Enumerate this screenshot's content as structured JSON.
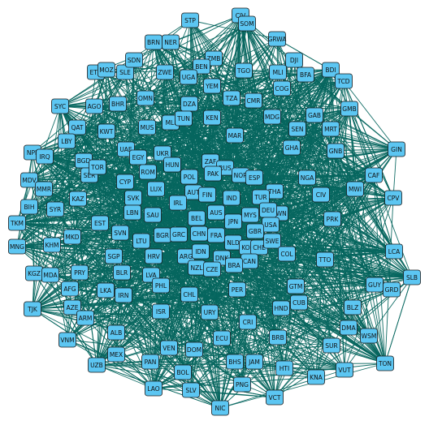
{
  "colors": {
    "background": "#ffffff",
    "edge": "#06665f",
    "node_fill": "#5cc6f2",
    "node_stroke": "#1a1a1a",
    "label": "#111111"
  },
  "nodes": [
    "STP",
    "CIV2",
    "SOM",
    "BRN",
    "NER",
    "GRWA",
    "ETH",
    "MOZ",
    "SLE",
    "SDN",
    "ZMB",
    "DJI",
    "BDI",
    "TGO",
    "MLI",
    "BFA",
    "BEN",
    "ZWE",
    "UGA",
    "YEM",
    "COG",
    "TCD",
    "SYC",
    "AGO",
    "BHR",
    "OMN",
    "DZA",
    "TZA",
    "CMR",
    "GAB",
    "GMB",
    "QAT",
    "KWT",
    "MUS",
    "MLI2",
    "TUN",
    "KEN",
    "MDG",
    "SEN",
    "MRT",
    "GHA",
    "GNB",
    "NPL",
    "LBY",
    "UAE",
    "EGY",
    "UKR",
    "MAR",
    "IRQ",
    "BGD",
    "SER",
    "HUN",
    "ZAF",
    "RUS",
    "GIN",
    "TOR",
    "ROM",
    "POL",
    "PAK",
    "NOR",
    "ESP",
    "MDV",
    "LUX",
    "CYP",
    "AUT",
    "FIN",
    "THA",
    "NGA",
    "CIV",
    "CAF",
    "MWI",
    "MMR",
    "KAZ",
    "SVK",
    "IRL",
    "IND",
    "TUR",
    "CPV",
    "BIH",
    "SYR",
    "LBN",
    "SAU",
    "BEL",
    "AUS",
    "MYS",
    "TWN",
    "DEU",
    "PRK",
    "TKM",
    "EST",
    "JPN",
    "USA",
    "SVN",
    "LTU",
    "BGR",
    "GRC",
    "CHN",
    "FRA",
    "NLD",
    "KOR",
    "CHE",
    "SWE",
    "MNG",
    "KHM",
    "MKD",
    "CAN",
    "GBR",
    "COL",
    "LCA",
    "HRV",
    "ARG",
    "IDN",
    "DNK",
    "TTO",
    "SGP",
    "BLR",
    "NZL",
    "CZE",
    "BRA",
    "SLB",
    "KGZ",
    "MDA",
    "PRY",
    "LVA",
    "GUY",
    "PHL",
    "AFG",
    "LKA",
    "IRN",
    "CHL",
    "PER",
    "GTM",
    "GRD",
    "TJK",
    "AZE",
    "ISR",
    "URY",
    "HND",
    "CUB",
    "BLZ",
    "ARM",
    "DMA",
    "ALB",
    "ECU",
    "CRI",
    "BRB",
    "WSM",
    "VNM",
    "SUR",
    "MEX",
    "VEN",
    "DOM",
    "BHS",
    "JAM",
    "HTI",
    "KNA",
    "VUT",
    "UZB",
    "PAN",
    "TON",
    "BOL",
    "PNG",
    "LAO",
    "SLV",
    "VCT",
    "NIC"
  ],
  "edge_stats": {
    "hub_links": 24,
    "random_links": 1450
  }
}
